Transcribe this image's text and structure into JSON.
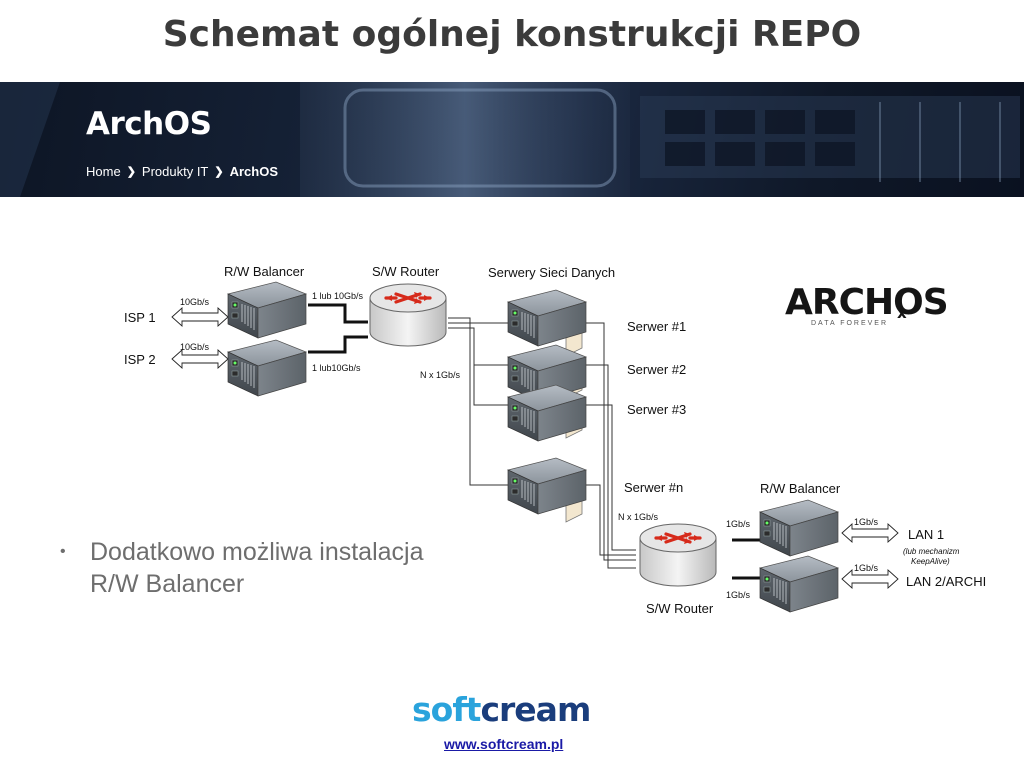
{
  "slide": {
    "title": "Schemat ogólnej konstrukcji REPO"
  },
  "banner": {
    "title": "ArchOS",
    "breadcrumb": [
      "Home",
      "Produkty IT",
      "ArchOS"
    ]
  },
  "diagram": {
    "labels": {
      "rw_balancer_top": "R/W Balancer",
      "sw_router_top": "S/W Router",
      "data_servers": "Serwery Sieci Danych",
      "isp1": "ISP 1",
      "isp2": "ISP 2",
      "isp1_speed": "10Gb/s",
      "isp2_speed": "10Gb/s",
      "link1": "1 lub 10Gb/s",
      "link2": "1 lub10Gb/s",
      "n_links_top": "N x 1Gb/s",
      "server1": "Serwer #1",
      "server2": "Serwer #2",
      "server3": "Serwer #3",
      "servern": "Serwer #n",
      "n_links_bottom": "N x 1Gb/s",
      "rw_balancer_bottom": "R/W Balancer",
      "sw_router_bottom": "S/W Router",
      "bal_link1": "1Gb/s",
      "bal_link2": "1Gb/s",
      "lan1_speed": "1Gb/s",
      "lan2_speed": "1Gb/s",
      "lan1": "LAN 1",
      "lan1_note1": "(lub mechanizm",
      "lan1_note2": "KeepAlive)",
      "lan2": "LAN 2/ARCHI"
    },
    "logo": {
      "main": "ARCHOS",
      "suffix": "x",
      "tagline": "DATA FOREVER"
    }
  },
  "bullet": {
    "text_line1": "Dodatkowo możliwa instalacja",
    "text_line2": "R/W Balancer"
  },
  "footer": {
    "logo_soft": "soft",
    "logo_cream": "cream",
    "link": "www.softcream.pl"
  },
  "colors": {
    "title": "#3b3b3b",
    "logo_blue": "#2aa3dc",
    "logo_navy": "#1a3d7c",
    "link": "#1a1aa6"
  }
}
